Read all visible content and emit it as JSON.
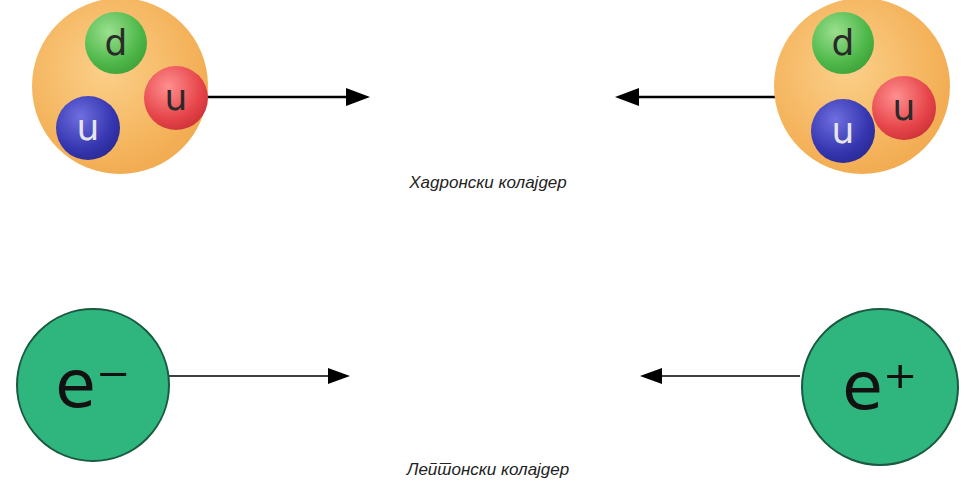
{
  "diagram": {
    "nodes": [
      {
        "text": []
      },
      {
        "text": [
          "d"
        ],
        "in": 0
      },
      {
        "text": [
          "u"
        ],
        "in": 0
      },
      {
        "text": [
          "u"
        ],
        "in": 0
      },
      {
        "text": []
      },
      {
        "text": [
          "d"
        ],
        "in": 4
      },
      {
        "text": [
          "u"
        ],
        "in": 4
      },
      {
        "text": [
          "u"
        ],
        "in": 4
      },
      {
        "text": [
          "e⁻"
        ]
      },
      {
        "text": [
          "e⁺"
        ]
      }
    ],
    "labels": [
      "Хадронски колајдер",
      "Лептонски колајдер"
    ]
  }
}
